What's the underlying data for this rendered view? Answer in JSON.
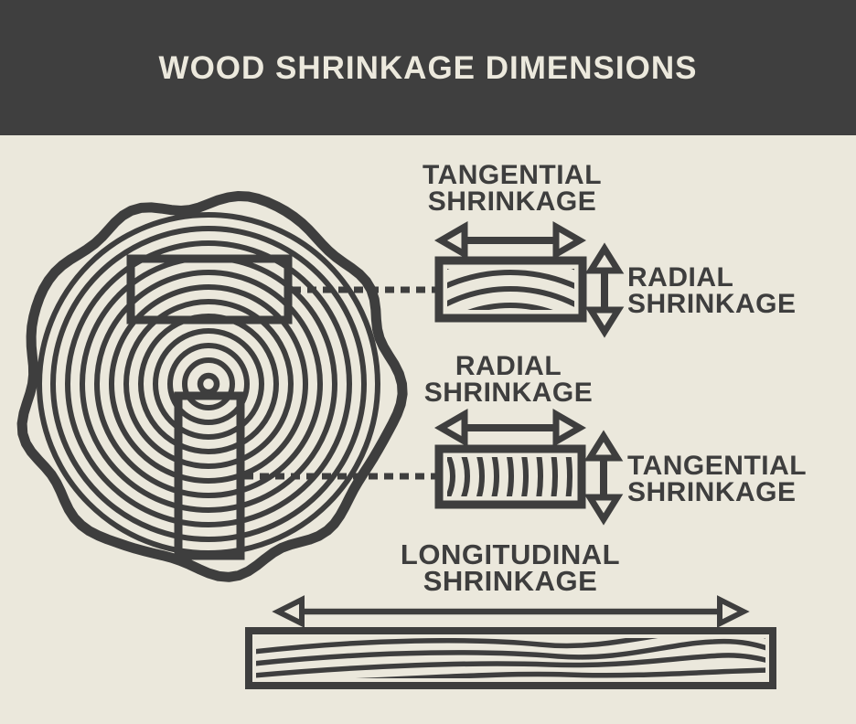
{
  "header": {
    "title": "WOOD SHRINKAGE DIMENSIONS"
  },
  "colors": {
    "background": "#ebe8dc",
    "ink": "#3e3e3e",
    "header_bg": "#3f3f3f",
    "header_text": "#ece9dd"
  },
  "labels": {
    "flat_sawn": {
      "width_label": {
        "line1": "TANGENTIAL",
        "line2": "SHRINKAGE"
      },
      "thickness_label": {
        "line1": "RADIAL",
        "line2": "SHRINKAGE"
      }
    },
    "quarter_sawn": {
      "width_label": {
        "line1": "RADIAL",
        "line2": "SHRINKAGE"
      },
      "thickness_label": {
        "line1": "TANGENTIAL",
        "line2": "SHRINKAGE"
      }
    },
    "longitudinal": {
      "length_label": {
        "line1": "LONGITUDINAL",
        "line2": "SHRINKAGE"
      }
    }
  }
}
